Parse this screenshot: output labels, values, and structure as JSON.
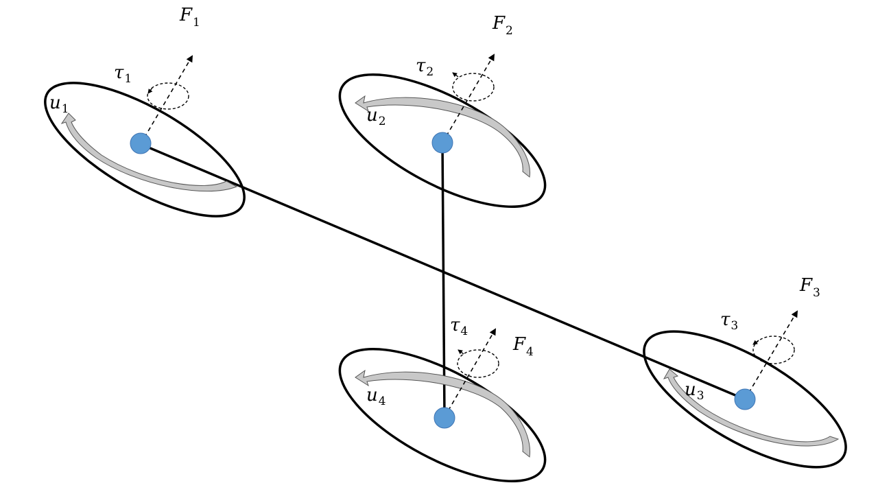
{
  "diagram": {
    "hub_color": "#5b9bd5",
    "rotors": [
      {
        "id": "1",
        "force": {
          "base": "F",
          "sub": "1"
        },
        "torque": {
          "base": "τ",
          "sub": "1"
        },
        "input": {
          "base": "u",
          "sub": "1"
        },
        "spin_direction": "counterclockwise"
      },
      {
        "id": "2",
        "force": {
          "base": "F",
          "sub": "2"
        },
        "torque": {
          "base": "τ",
          "sub": "2"
        },
        "input": {
          "base": "u",
          "sub": "2"
        },
        "spin_direction": "clockwise"
      },
      {
        "id": "3",
        "force": {
          "base": "F",
          "sub": "3"
        },
        "torque": {
          "base": "τ",
          "sub": "3"
        },
        "input": {
          "base": "u",
          "sub": "3"
        },
        "spin_direction": "counterclockwise"
      },
      {
        "id": "4",
        "force": {
          "base": "F",
          "sub": "4"
        },
        "torque": {
          "base": "τ",
          "sub": "4"
        },
        "input": {
          "base": "u",
          "sub": "4"
        },
        "spin_direction": "clockwise"
      }
    ]
  }
}
